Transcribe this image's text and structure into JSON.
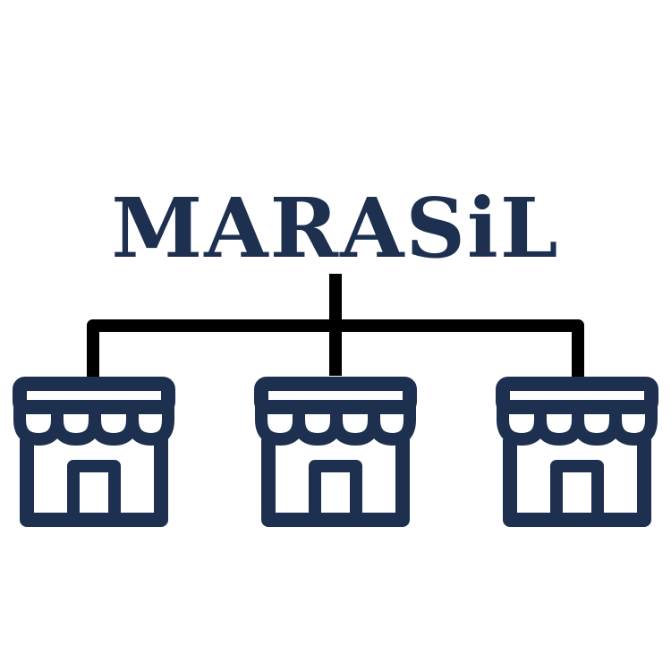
{
  "brand": {
    "name": "MARASiL",
    "colors": {
      "primary": "#1e3050",
      "connector": "#000000",
      "background": "#ffffff"
    }
  },
  "diagram": {
    "type": "hierarchy",
    "root": "brand-name",
    "children": [
      {
        "icon": "store-icon"
      },
      {
        "icon": "store-icon"
      },
      {
        "icon": "store-icon"
      }
    ]
  }
}
